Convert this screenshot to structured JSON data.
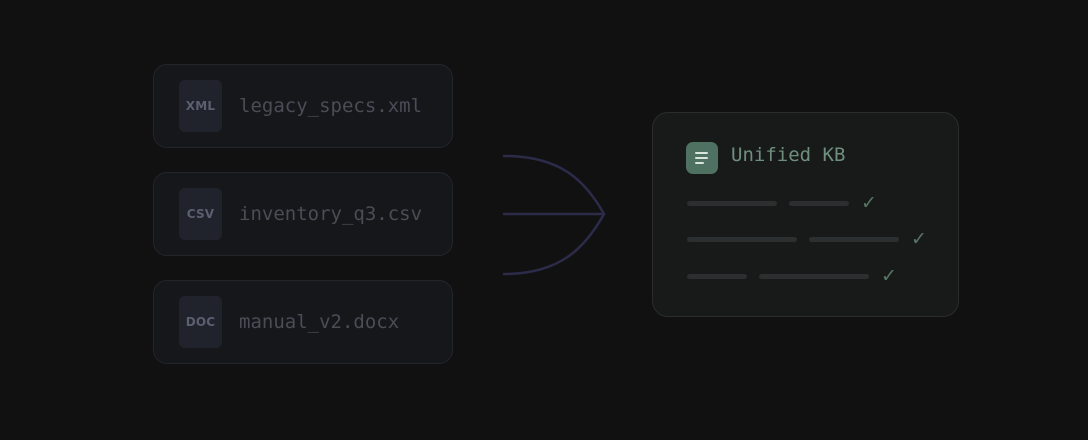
{
  "sources": [
    {
      "badge": "XML",
      "filename": "legacy_specs.xml"
    },
    {
      "badge": "CSV",
      "filename": "inventory_q3.csv"
    },
    {
      "badge": "DOC",
      "filename": "manual_v2.docx"
    }
  ],
  "target": {
    "title": "Unified KB",
    "icon": "document-lines-icon",
    "check_glyph": "✓",
    "rows_checked": 3
  },
  "colors": {
    "background": "#111112",
    "connector": "#2c2b4a",
    "accent": "#4f7161",
    "accent_text": "#6e8f7e"
  }
}
